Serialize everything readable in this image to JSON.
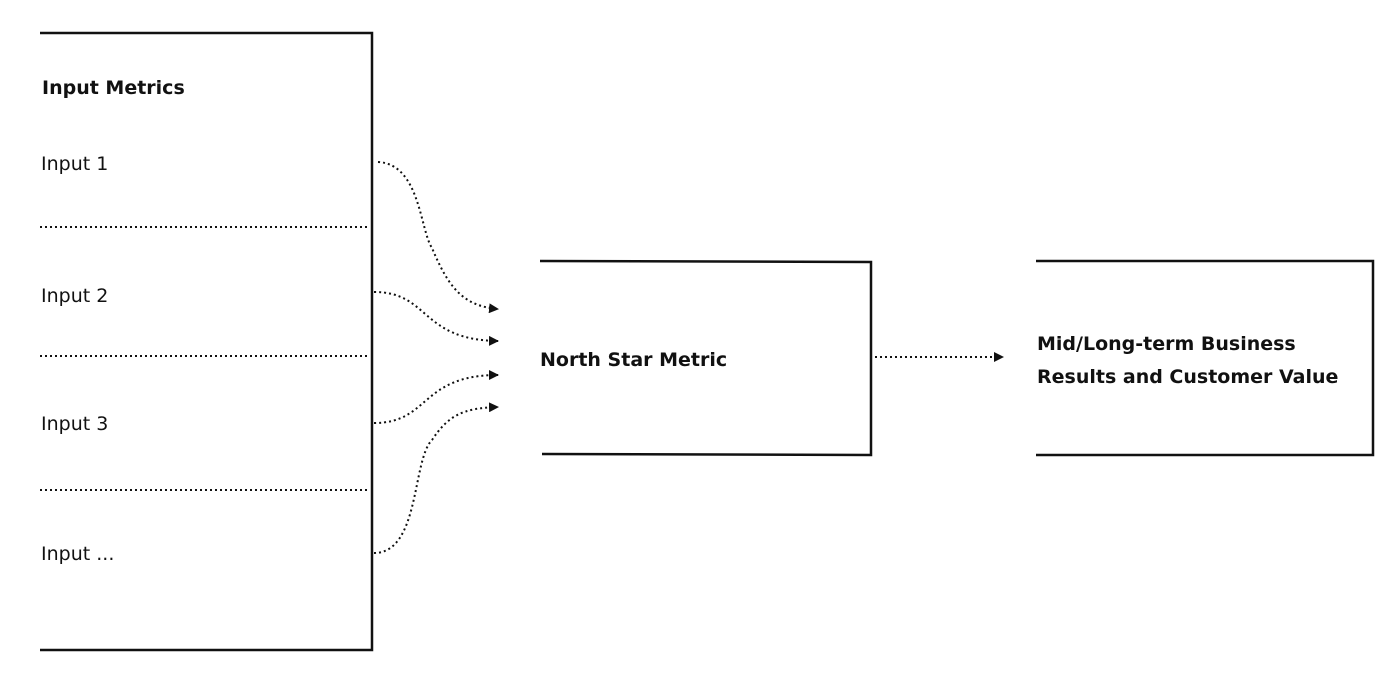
{
  "input_panel": {
    "title": "Input Metrics",
    "inputs": [
      "Input 1",
      "Input 2",
      "Input 3",
      "Input ..."
    ]
  },
  "north_star": {
    "label": "North Star Metric"
  },
  "outcome": {
    "line1": "Mid/Long-term Business",
    "line2": "Results and Customer Value"
  },
  "colors": {
    "stroke": "#111111",
    "background": "#ffffff"
  }
}
